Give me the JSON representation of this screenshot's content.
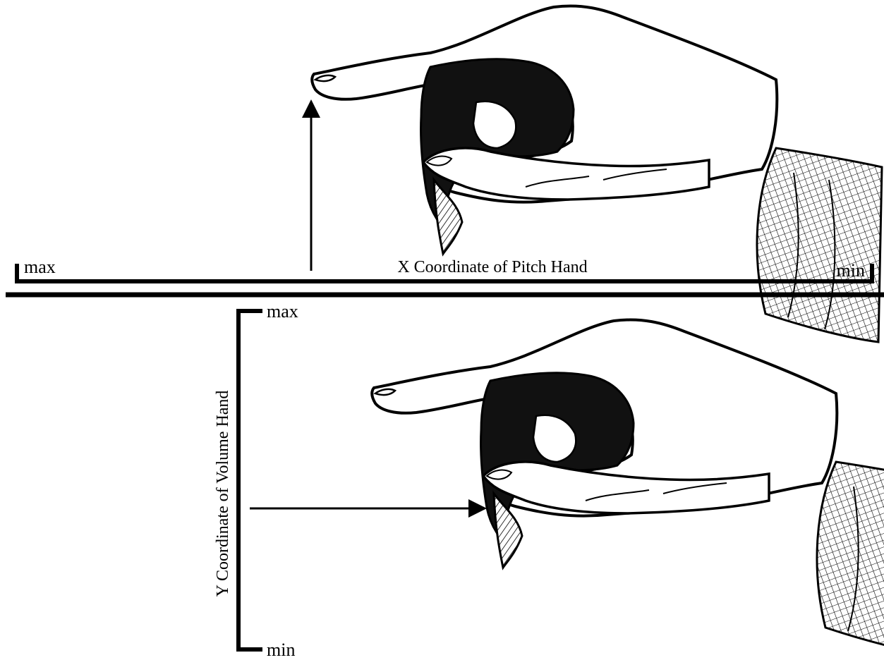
{
  "top_panel": {
    "axis_label": "X Coordinate of Pitch Hand",
    "left_end_label": "max",
    "right_end_label": "min"
  },
  "bottom_panel": {
    "axis_label": "Y Coordinate of Volume Hand",
    "top_end_label": "max",
    "bottom_end_label": "min"
  },
  "icons": {
    "hand": "pointing-hand-icon",
    "arrow_up": "arrow-up-icon",
    "arrow_right": "arrow-right-icon"
  },
  "colors": {
    "ink": "#000000",
    "paper": "#ffffff"
  }
}
